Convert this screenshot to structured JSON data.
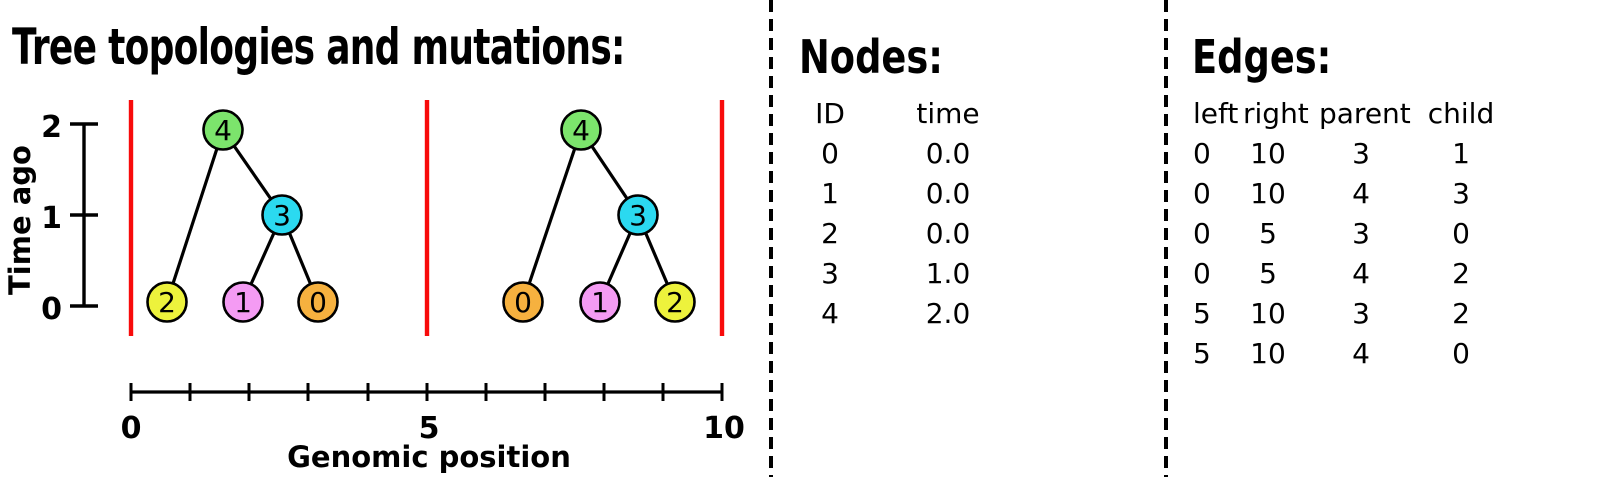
{
  "title": "Tree topologies and mutations:",
  "colors": {
    "breakpoint_line": "#F80B0B",
    "n0": "#F6B13F",
    "n1": "#F49BF3",
    "n2": "#EDF23C",
    "n3": "#2BD9F0",
    "n4": "#7CE46C"
  },
  "time_axis": {
    "label": "Time ago",
    "tick_2": "2",
    "tick_1": "1",
    "tick_0": "0"
  },
  "genomic_axis": {
    "label": "Genomic position",
    "tick_0": "0",
    "tick_5": "5",
    "tick_10": "10"
  },
  "trees": [
    {
      "interval": "0-5",
      "nodes": {
        "root": "4",
        "inner": "3",
        "leaf_left": "2",
        "leaf_mid": "1",
        "leaf_right": "0"
      }
    },
    {
      "interval": "5-10",
      "nodes": {
        "root": "4",
        "inner": "3",
        "leaf_left": "0",
        "leaf_mid": "1",
        "leaf_right": "2"
      }
    }
  ],
  "nodes_panel": {
    "title": "Nodes:",
    "col_id": "ID",
    "col_time": "time",
    "rows": [
      {
        "id": "0",
        "time": "0.0"
      },
      {
        "id": "1",
        "time": "0.0"
      },
      {
        "id": "2",
        "time": "0.0"
      },
      {
        "id": "3",
        "time": "1.0"
      },
      {
        "id": "4",
        "time": "2.0"
      }
    ]
  },
  "edges_panel": {
    "title": "Edges:",
    "col_left": "left",
    "col_right": "right",
    "col_parent": "parent",
    "col_child": "child",
    "rows": [
      {
        "left": "0",
        "right": "10",
        "parent": "3",
        "child": "1"
      },
      {
        "left": "0",
        "right": "10",
        "parent": "4",
        "child": "3"
      },
      {
        "left": "0",
        "right": "5",
        "parent": "3",
        "child": "0"
      },
      {
        "left": "0",
        "right": "5",
        "parent": "4",
        "child": "2"
      },
      {
        "left": "5",
        "right": "10",
        "parent": "3",
        "child": "2"
      },
      {
        "left": "5",
        "right": "10",
        "parent": "4",
        "child": "0"
      }
    ]
  }
}
